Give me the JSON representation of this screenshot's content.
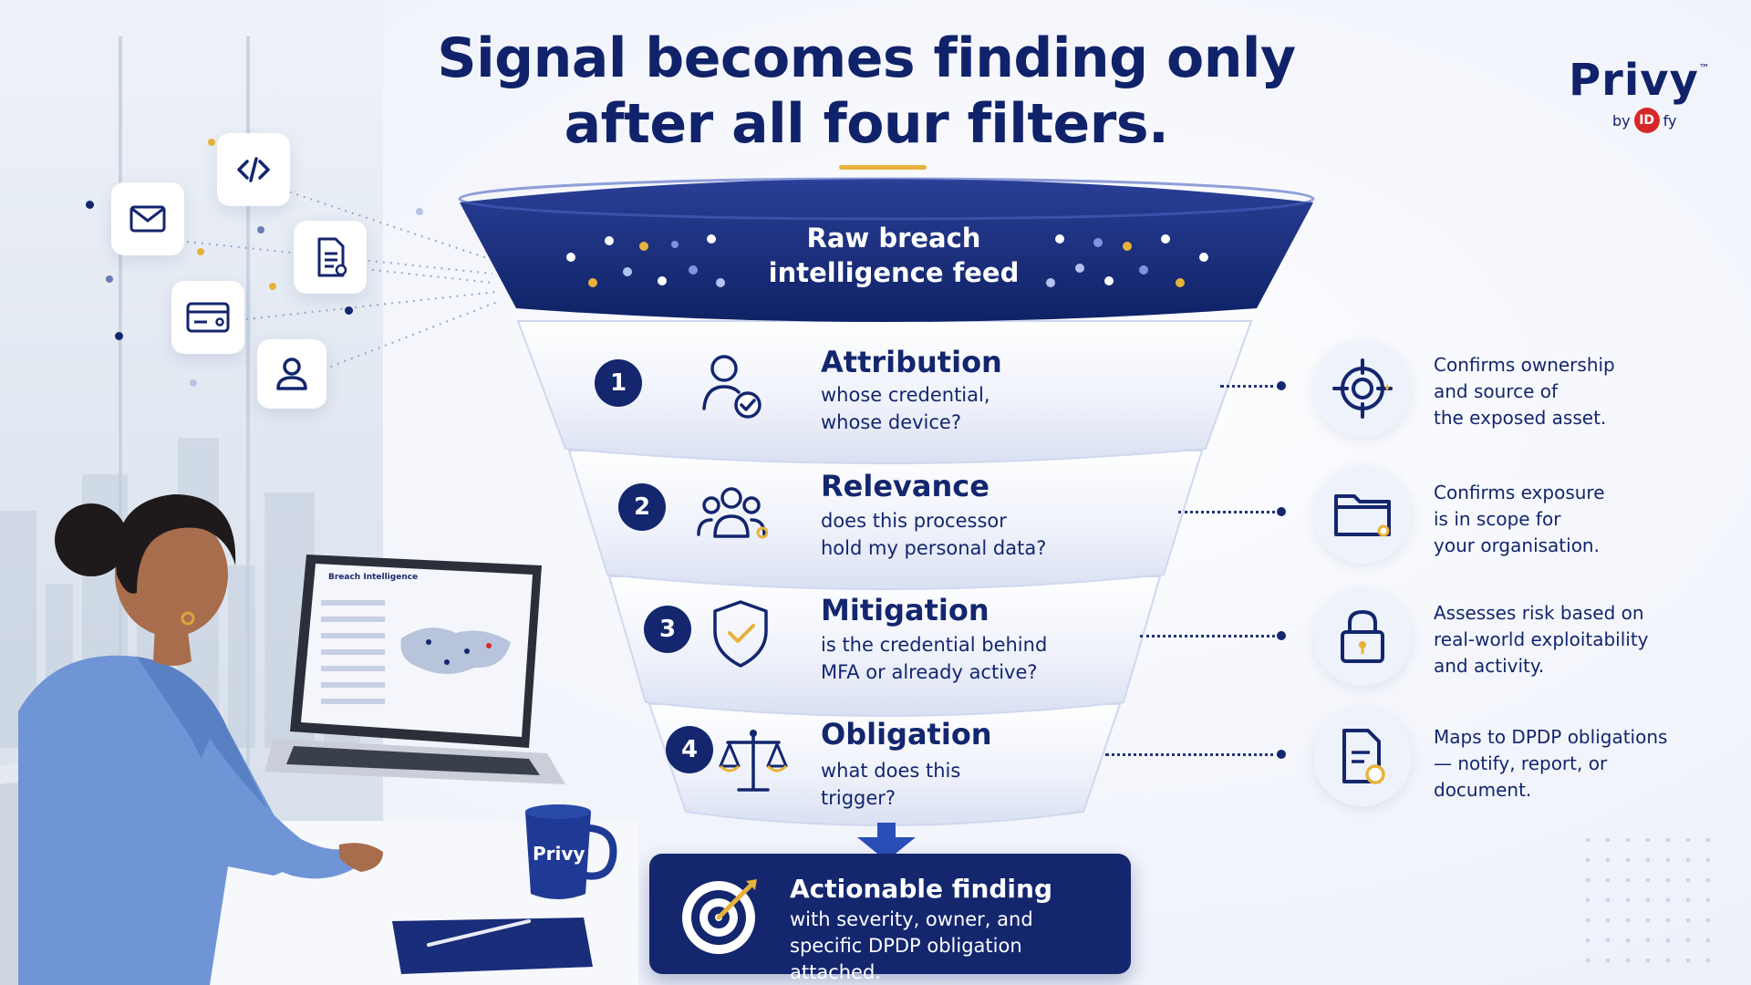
{
  "title": {
    "line1": "Signal becomes finding only",
    "line2": "after all four filters."
  },
  "brand": {
    "name": "Privy",
    "trademark": "™",
    "by": "by",
    "logo_text": "ID",
    "logo_suffix": "fy",
    "accent_color": "#d62828"
  },
  "colors": {
    "navy": "#13266e",
    "gold": "#e8b23a",
    "funnel_light": "#eef1fa"
  },
  "source_icons": [
    "code-icon",
    "mail-icon",
    "document-icon",
    "card-icon",
    "user-icon"
  ],
  "feed": {
    "line1": "Raw breach",
    "line2": "intelligence feed"
  },
  "stages": [
    {
      "number": "1",
      "title": "Attribution",
      "desc_line1": "whose credential,",
      "desc_line2": "whose device?",
      "icon": "user-check-icon",
      "outcome_line1": "Confirms ownership",
      "outcome_line2": "and source of",
      "outcome_line3": "the exposed asset.",
      "outcome_icon": "crosshair-icon"
    },
    {
      "number": "2",
      "title": "Relevance",
      "desc_line1": "does this processor",
      "desc_line2": "hold my personal data?",
      "icon": "group-icon",
      "outcome_line1": "Confirms exposure",
      "outcome_line2": "is in scope for",
      "outcome_line3": "your organisation.",
      "outcome_icon": "folder-icon"
    },
    {
      "number": "3",
      "title": "Mitigation",
      "desc_line1": "is the credential behind",
      "desc_line2": "MFA or already active?",
      "icon": "shield-check-icon",
      "outcome_line1": "Assesses risk based on",
      "outcome_line2": "real-world exploitability",
      "outcome_line3": "and activity.",
      "outcome_icon": "lock-icon"
    },
    {
      "number": "4",
      "title": "Obligation",
      "desc_line1": "what does this",
      "desc_line2": "trigger?",
      "icon": "scales-icon",
      "outcome_line1": "Maps to DPDP obligations",
      "outcome_line2": "— notify, report, or",
      "outcome_line3": "document.",
      "outcome_icon": "document-clock-icon"
    }
  ],
  "result": {
    "title": "Actionable finding",
    "line1": "with severity, owner, and",
    "line2": "specific DPDP obligation attached.",
    "icon": "target-icon"
  },
  "laptop": {
    "screen_title": "Breach Intelligence"
  },
  "mug": {
    "label": "Privy"
  }
}
